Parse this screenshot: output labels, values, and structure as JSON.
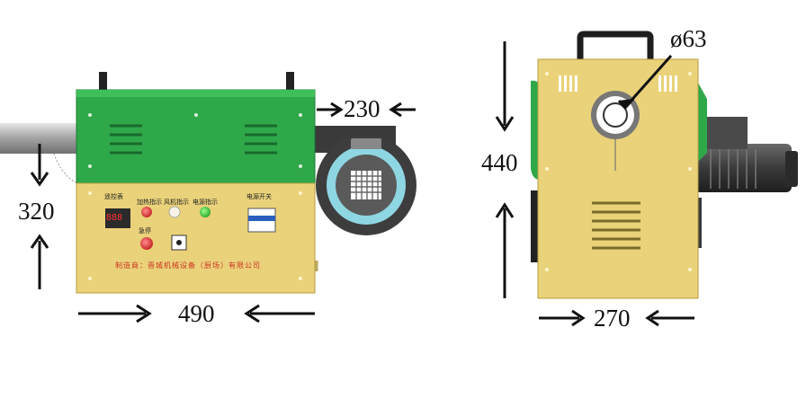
{
  "dimensions": {
    "front_height": "320",
    "front_width": "490",
    "blower_outlet": "230",
    "side_height": "440",
    "side_width": "270",
    "outlet_diameter": "ø63"
  },
  "front_panel": {
    "remote_label": "遥控表",
    "heating_label": "加热指示",
    "fan_label": "风机指示",
    "power_indicator_label": "电源指示",
    "power_switch_label": "电源开关",
    "emergency_stop_label": "急停",
    "display_value": "888",
    "manufacturer": "制造商：晋城机械设备（厨场）有限公司"
  },
  "colors": {
    "housing_green": "#2fa84a",
    "panel_yellow": "#ead27a",
    "dark_grey": "#3c3c3c",
    "light_blue": "#8fd6e3"
  }
}
